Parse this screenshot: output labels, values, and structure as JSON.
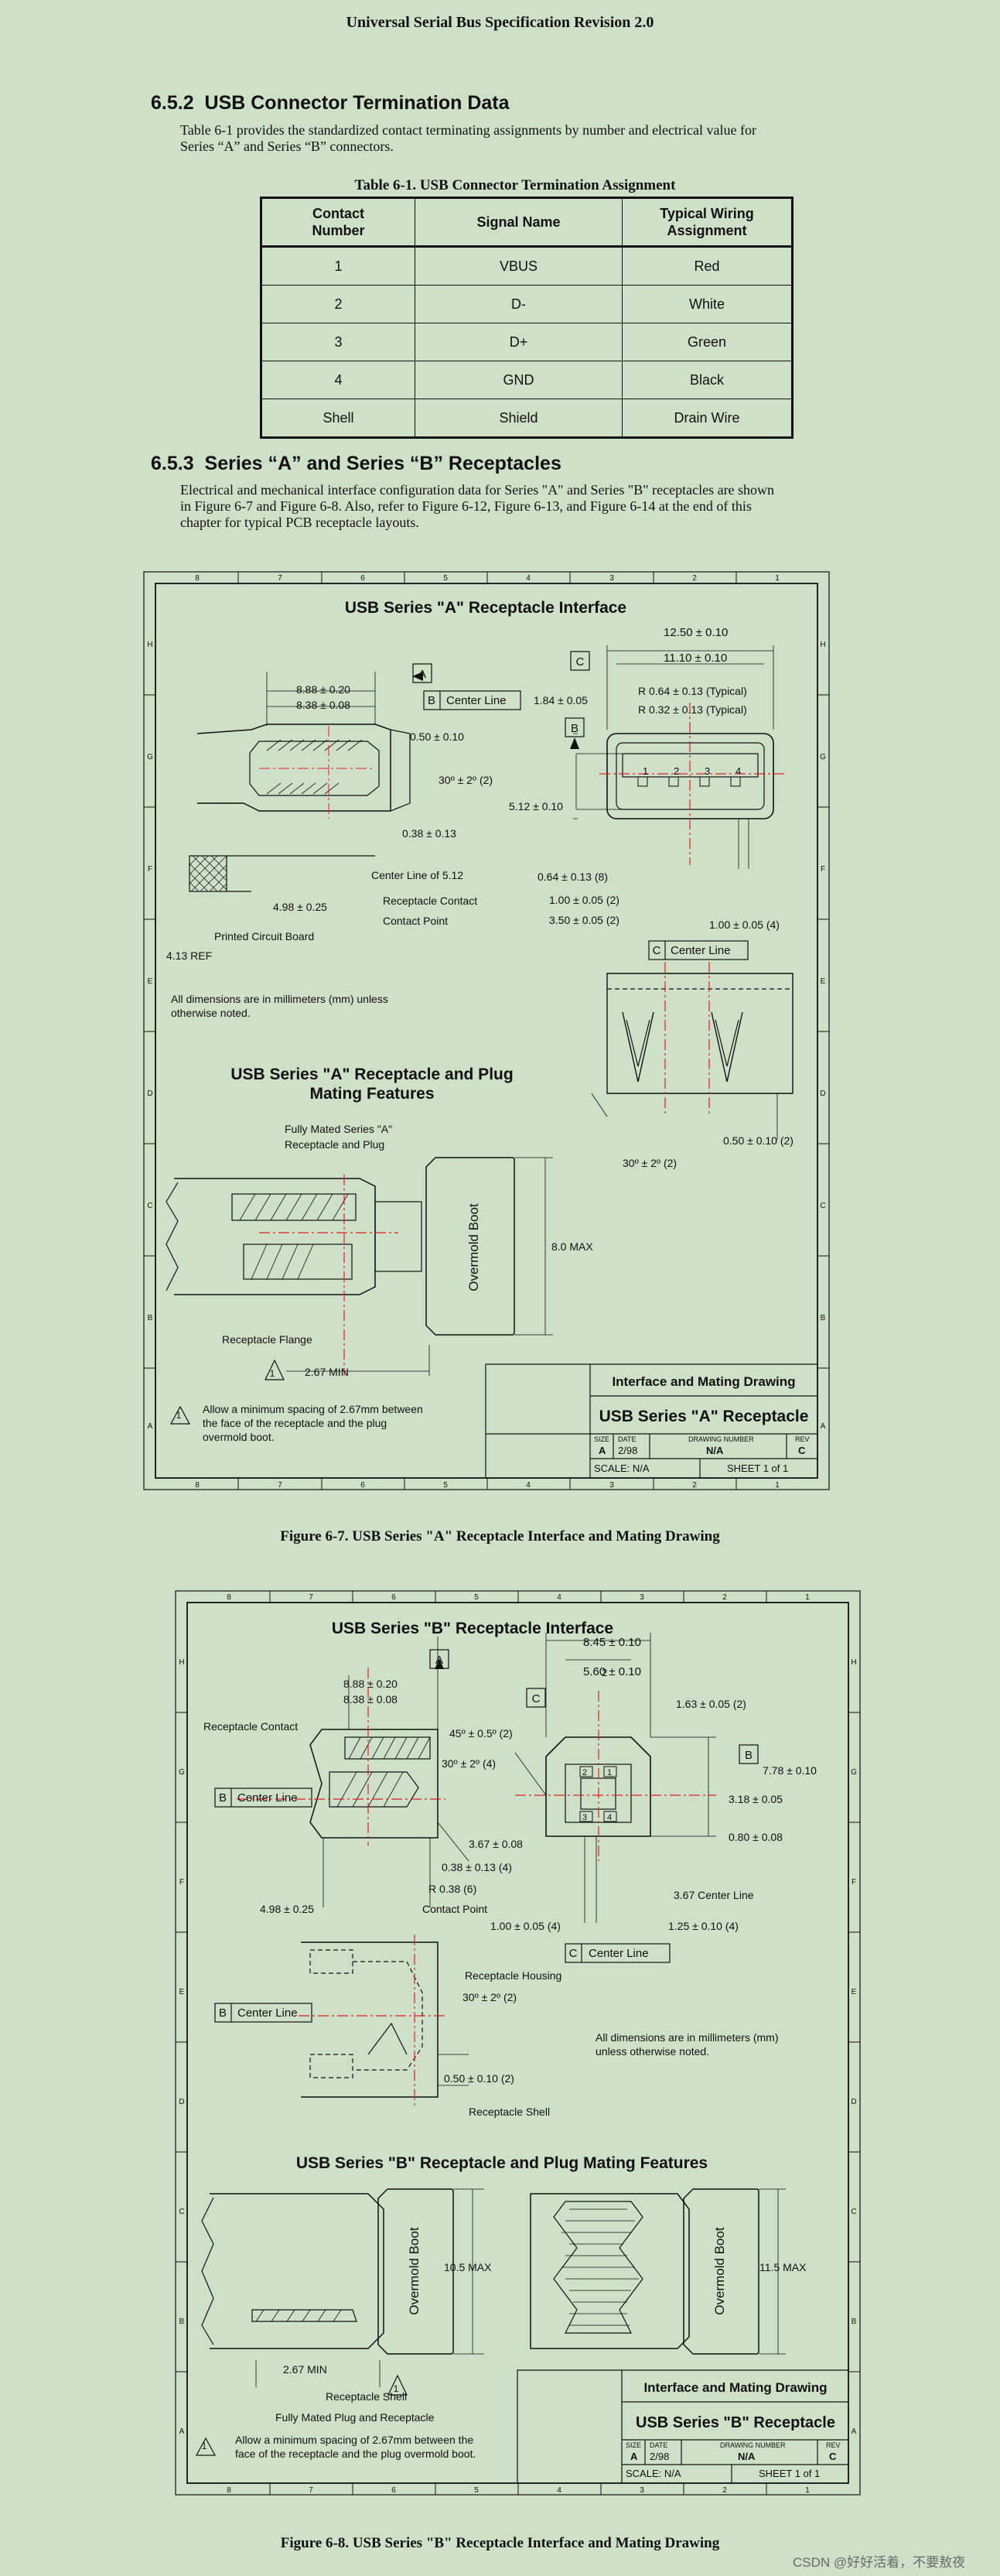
{
  "header": "Universal Serial Bus Specification Revision 2.0",
  "section_652": {
    "number": "6.5.2",
    "title": "USB Connector Termination Data",
    "line1": "Table 6-1 provides the standardized contact terminating assignments by number and electrical value for",
    "line2": "Series “A” and Series “B” connectors."
  },
  "table": {
    "caption": "Table 6-1.  USB Connector Termination Assignment",
    "h_contact_1": "Contact",
    "h_contact_2": "Number",
    "h_signal": "Signal Name",
    "h_wiring_1": "Typical Wiring",
    "h_wiring_2": "Assignment",
    "rows": [
      {
        "num": "1",
        "signal": "VBUS",
        "wire": "Red"
      },
      {
        "num": "2",
        "signal": "D-",
        "wire": "White"
      },
      {
        "num": "3",
        "signal": "D+",
        "wire": "Green"
      },
      {
        "num": "4",
        "signal": "GND",
        "wire": "Black"
      },
      {
        "num": "Shell",
        "signal": "Shield",
        "wire": "Drain Wire"
      }
    ]
  },
  "section_653": {
    "number": "6.5.3",
    "title": "Series “A” and Series “B” Receptacles",
    "line1": "Electrical and mechanical interface configuration data for Series \"A\" and Series \"B\" receptacles are shown",
    "line2": "in Figure 6-7 and Figure 6-8.  Also, refer to Figure 6-12, Figure 6-13, and Figure 6-14 at the end of this",
    "line3": "chapter for typical PCB receptacle layouts."
  },
  "figA": {
    "zones_h": [
      "8",
      "7",
      "6",
      "5",
      "4",
      "3",
      "2",
      "1"
    ],
    "zones_v": [
      "H",
      "G",
      "F",
      "E",
      "D",
      "C",
      "B",
      "A"
    ],
    "title": "USB Series \"A\" Receptacle Interface",
    "title2_l1": "USB Series \"A\" Receptacle and Plug",
    "title2_l2": "Mating Features",
    "dims": {
      "d1": "8.88 ± 0.20",
      "d2": "8.38 ± 0.08",
      "d3": "0.50 ± 0.10",
      "d4": "30º ± 2º (2)",
      "d5": "0.38 ± 0.13",
      "d6": "1.84 ± 0.05",
      "d7": "5.12 ± 0.10",
      "d8": "12.50 ± 0.10",
      "d9": "11.10 ± 0.10",
      "d10": "R 0.64 ± 0.13 (Typical)",
      "d11": "R 0.32 ± 0.13 (Typical)",
      "d12": "0.64 ± 0.13 (8)",
      "d13": "1.00 ± 0.05 (2)",
      "d14": "3.50 ± 0.05 (2)",
      "d15": "1.00 ± 0.05 (4)",
      "d16": "4.98 ± 0.25",
      "d17": "4.13 REF",
      "d18": "0.50 ± 0.10 (2)",
      "d19": "30º ± 2º (2)",
      "d20": "8.0 MAX",
      "d21": "2.67 MIN"
    },
    "labels": {
      "center_line": "Center Line",
      "box_a": "A",
      "box_b": "B",
      "box_c": "C",
      "center_line_512": "Center Line of 5.12",
      "receptacle_contact": "Receptacle Contact",
      "contact_point": "Contact Point",
      "pcb": "Printed Circuit Board",
      "note_mm_1": "All dimensions are in millimeters (mm) unless",
      "note_mm_2": "otherwise noted.",
      "fully_mated_1": "Fully Mated Series \"A\"",
      "fully_mated_2": "Receptacle and Plug",
      "overmold": "Overmold Boot",
      "flange": "Receptacle Flange",
      "one": "1",
      "note_min_1": "Allow a minimum spacing of 2.67mm between",
      "note_min_2": "the face of the receptacle and the plug",
      "note_min_3": "overmold boot.",
      "pins": [
        "1",
        "2",
        "3",
        "4"
      ]
    },
    "titleblock": {
      "heading": "Interface and Mating Drawing",
      "name": "USB Series \"A\" Receptacle",
      "size_l": "SIZE",
      "size": "A",
      "date_l": "DATE",
      "date": "2/98",
      "dwg_l": "DRAWING NUMBER",
      "dwg": "N/A",
      "rev_l": "REV",
      "rev": "C",
      "scale": "SCALE:  N/A",
      "sheet": "SHEET    1 of 1"
    },
    "caption": "Figure 6-7.  USB Series \"A\" Receptacle Interface and Mating Drawing"
  },
  "figB": {
    "title": "USB Series \"B\" Receptacle Interface",
    "title2": "USB Series \"B\" Receptacle and Plug Mating Features",
    "dims": {
      "d1": "8.88 ± 0.20",
      "d2": "8.38 ± 0.08",
      "d3": "45º ± 0.5º (2)",
      "d4": "30º ± 2º (4)",
      "d5": "3.67 ± 0.08",
      "d6": "0.38 ± 0.13 (4)",
      "d7": "R 0.38 (6)",
      "d8": "4.98 ± 0.25",
      "d9": "8.45 ± 0.10",
      "d10": "5.60 ± 0.10",
      "d11": "1.63 ± 0.05 (2)",
      "d12": "7.78 ± 0.10",
      "d13": "3.18 ± 0.05",
      "d14": "0.80 ± 0.08",
      "d15": "1.00 ± 0.05 (4)",
      "d16": "1.25 ± 0.10 (4)",
      "d17": "3.67 Center Line",
      "d18": "30º ± 2º (2)",
      "d19": "0.50 ± 0.10 (2)",
      "d20": "10.5 MAX",
      "d21": "11.5 MAX",
      "d22": "2.67 MIN"
    },
    "labels": {
      "receptacle_contact": "Receptacle Contact",
      "center_line": "Center Line",
      "contact_point": "Contact Point",
      "housing": "Receptacle Housing",
      "shell": "Receptacle Shell",
      "note_mm_1": "All dimensions are in millimeters (mm)",
      "note_mm_2": "unless otherwise noted.",
      "overmold": "Overmold Boot",
      "fully_mated": "Fully Mated Plug and Receptacle",
      "note_min_1": "Allow a minimum spacing of 2.67mm between the",
      "note_min_2": "face of the receptacle and the plug overmold boot.",
      "pins": [
        "2",
        "1",
        "3",
        "4"
      ]
    },
    "titleblock": {
      "heading": "Interface and Mating Drawing",
      "name": "USB Series \"B\" Receptacle",
      "size": "A",
      "date": "2/98",
      "dwg": "N/A",
      "rev": "C",
      "scale": "SCALE:  N/A",
      "sheet": "SHEET    1 of 1"
    },
    "caption": "Figure 6-8.  USB Series \"B\" Receptacle Interface and Mating Drawing"
  },
  "watermark": "CSDN @好好活着，不要敖夜"
}
